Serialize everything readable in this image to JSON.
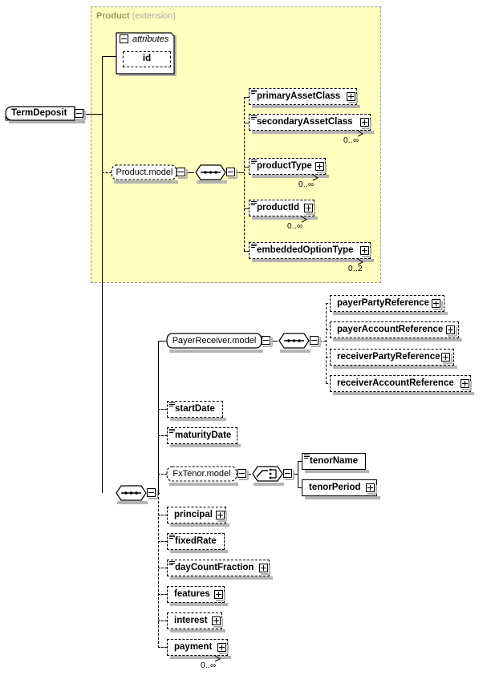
{
  "diagram": {
    "type": "xsd-schema-tree",
    "root": {
      "name": "TermDeposit",
      "kind": "element",
      "expanded": true
    },
    "extension_block": {
      "title": "Product",
      "subtitle": "(extension)"
    },
    "attributes_group": {
      "label": "attributes",
      "toggle": "minus-icon",
      "items": [
        {
          "name": "id",
          "optional": true
        }
      ]
    },
    "product_model": {
      "name": "Product.model",
      "kind": "model-group",
      "optional": true,
      "compositor": "sequence",
      "children": [
        {
          "name": "primaryAssetClass",
          "optional": true,
          "expandable": true,
          "occurrence": "",
          "has_lines_icon": true
        },
        {
          "name": "secondaryAssetClass",
          "optional": true,
          "expandable": true,
          "occurrence": "0..∞",
          "has_lines_icon": true
        },
        {
          "name": "productType",
          "optional": true,
          "expandable": true,
          "occurrence": "0..∞",
          "has_lines_icon": true
        },
        {
          "name": "productId",
          "optional": true,
          "expandable": true,
          "occurrence": "0..∞",
          "has_lines_icon": true
        },
        {
          "name": "embeddedOptionType",
          "optional": true,
          "expandable": true,
          "occurrence": "0..2",
          "has_lines_icon": true
        }
      ]
    },
    "main_sequence": {
      "compositor": "sequence",
      "children": [
        {
          "name": "PayerReceiver.model",
          "kind": "model-group",
          "optional": false,
          "compositor": "sequence",
          "children": [
            {
              "name": "payerPartyReference",
              "optional": true,
              "expandable": true,
              "occurrence": "",
              "has_lines_icon": false
            },
            {
              "name": "payerAccountReference",
              "optional": true,
              "expandable": true,
              "occurrence": "",
              "has_lines_icon": false
            },
            {
              "name": "receiverPartyReference",
              "optional": true,
              "expandable": true,
              "occurrence": "",
              "has_lines_icon": false
            },
            {
              "name": "receiverAccountReference",
              "optional": true,
              "expandable": true,
              "occurrence": "",
              "has_lines_icon": false
            }
          ]
        },
        {
          "name": "startDate",
          "optional": true,
          "expandable": false,
          "occurrence": "",
          "has_lines_icon": true
        },
        {
          "name": "maturityDate",
          "optional": true,
          "expandable": false,
          "occurrence": "",
          "has_lines_icon": true
        },
        {
          "name": "FxTenor.model",
          "kind": "model-group",
          "optional": true,
          "compositor": "choice",
          "children": [
            {
              "name": "tenorName",
              "optional": false,
              "expandable": false,
              "occurrence": "",
              "has_lines_icon": true
            },
            {
              "name": "tenorPeriod",
              "optional": false,
              "expandable": true,
              "occurrence": "",
              "has_lines_icon": false
            }
          ]
        },
        {
          "name": "principal",
          "optional": true,
          "expandable": true,
          "occurrence": "",
          "has_lines_icon": false
        },
        {
          "name": "fixedRate",
          "optional": true,
          "expandable": false,
          "occurrence": "",
          "has_lines_icon": true
        },
        {
          "name": "dayCountFraction",
          "optional": true,
          "expandable": true,
          "occurrence": "",
          "has_lines_icon": true
        },
        {
          "name": "features",
          "optional": true,
          "expandable": true,
          "occurrence": "",
          "has_lines_icon": false
        },
        {
          "name": "interest",
          "optional": true,
          "expandable": true,
          "occurrence": "",
          "has_lines_icon": false
        },
        {
          "name": "payment",
          "optional": true,
          "expandable": true,
          "occurrence": "0..∞",
          "has_lines_icon": false
        }
      ]
    },
    "colors": {
      "extension_fill": "#ffffbf",
      "extension_border": "#999999",
      "extension_title": "#9a9a66",
      "extension_subtitle": "#a8a8a8",
      "shadow": "#b4b4b4",
      "line": "#000000",
      "box_fill": "#ffffff"
    }
  }
}
